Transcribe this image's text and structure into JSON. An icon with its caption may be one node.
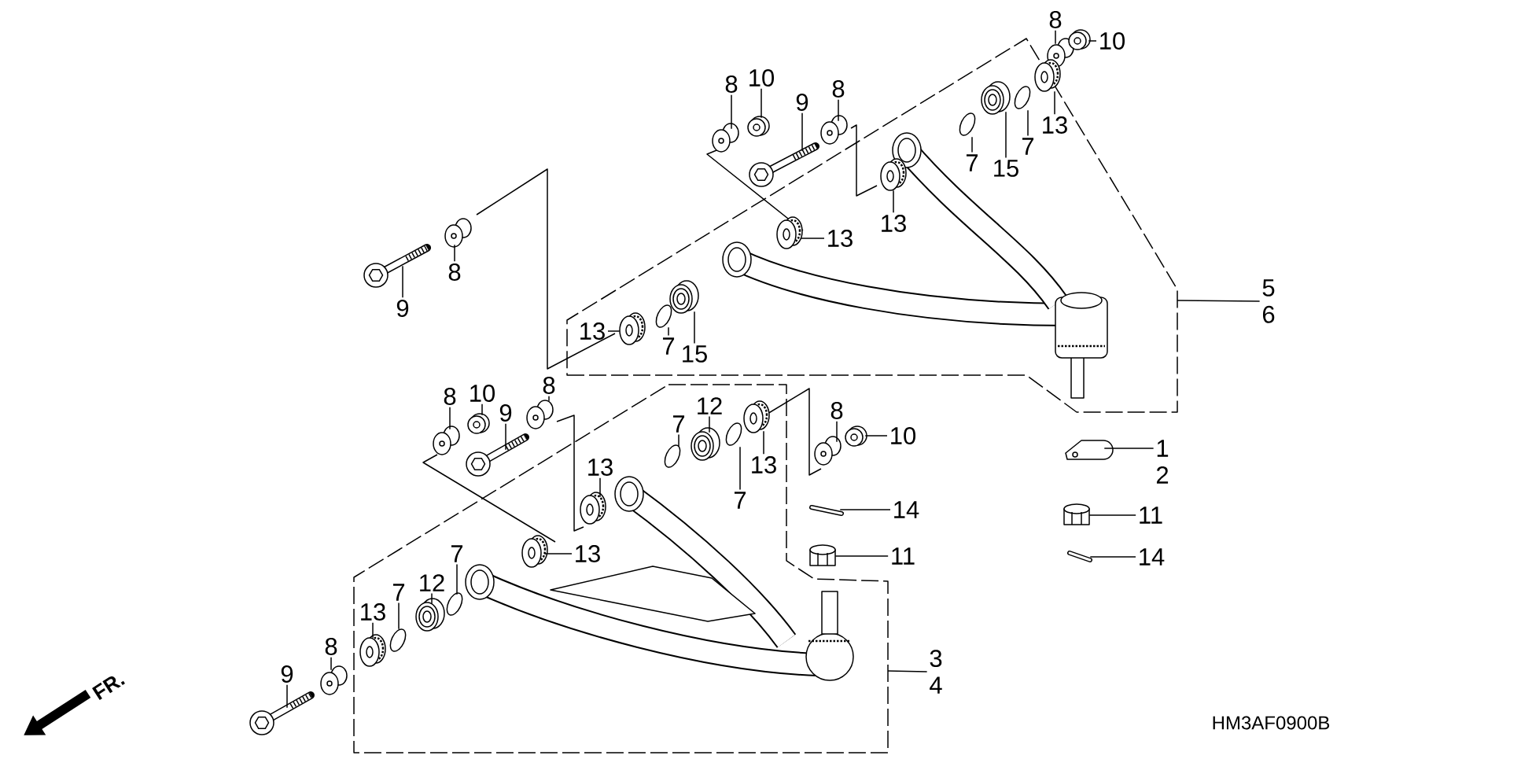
{
  "diagram": {
    "nodes": [
      {
        "text": [
          "8"
        ]
      },
      {
        "text": [
          "10"
        ]
      },
      {
        "text": [
          "8"
        ]
      },
      {
        "text": [
          "10"
        ]
      },
      {
        "text": [
          "9"
        ]
      },
      {
        "text": [
          "8"
        ]
      },
      {
        "text": [
          "13"
        ]
      },
      {
        "text": [
          "7"
        ]
      },
      {
        "text": [
          "15"
        ]
      },
      {
        "text": [
          "7"
        ]
      },
      {
        "text": [
          "13"
        ]
      },
      {
        "text": [
          "13"
        ]
      },
      {
        "text": [
          "8"
        ]
      },
      {
        "text": [
          "9"
        ]
      },
      {
        "text": [
          "13"
        ]
      },
      {
        "text": [
          "7"
        ]
      },
      {
        "text": [
          "15"
        ]
      },
      {
        "text": [
          "5",
          "6"
        ]
      },
      {
        "text": [
          "8"
        ]
      },
      {
        "text": [
          "10"
        ]
      },
      {
        "text": [
          "9"
        ]
      },
      {
        "text": [
          "8"
        ]
      },
      {
        "text": [
          "12"
        ]
      },
      {
        "text": [
          "13"
        ]
      },
      {
        "text": [
          "7"
        ]
      },
      {
        "text": [
          "8"
        ]
      },
      {
        "text": [
          "10"
        ]
      },
      {
        "text": [
          "13"
        ]
      },
      {
        "text": [
          "7"
        ]
      },
      {
        "text": [
          "1",
          "2"
        ]
      },
      {
        "text": [
          "14"
        ]
      },
      {
        "text": [
          "11"
        ]
      },
      {
        "text": [
          "11"
        ]
      },
      {
        "text": [
          "14"
        ]
      },
      {
        "text": [
          "13"
        ]
      },
      {
        "text": [
          "7"
        ]
      },
      {
        "text": [
          "12"
        ]
      },
      {
        "text": [
          "7"
        ]
      },
      {
        "text": [
          "13"
        ]
      },
      {
        "text": [
          "8"
        ]
      },
      {
        "text": [
          "9"
        ]
      },
      {
        "text": [
          "3",
          "4"
        ]
      },
      {
        "text": [],
        "shape": "picture"
      },
      {
        "text": [],
        "shape": "picture"
      },
      {
        "text": [],
        "shape": "picture"
      },
      {
        "text": [],
        "shape": "picture"
      },
      {
        "text": [],
        "shape": "picture"
      },
      {
        "text": [],
        "shape": "picture"
      },
      {
        "text": [],
        "shape": "picture"
      },
      {
        "text": [],
        "shape": "picture"
      },
      {
        "text": [],
        "shape": "picture"
      },
      {
        "text": [],
        "shape": "picture"
      },
      {
        "text": [],
        "shape": "picture"
      },
      {
        "text": [],
        "shape": "picture"
      },
      {
        "text": [],
        "shape": "picture"
      },
      {
        "text": [],
        "shape": "picture"
      },
      {
        "text": [],
        "shape": "picture"
      },
      {
        "text": [],
        "shape": "picture"
      },
      {
        "text": [],
        "shape": "picture"
      },
      {
        "text": [],
        "shape": "picture"
      },
      {
        "text": [],
        "shape": "picture"
      },
      {
        "text": [],
        "shape": "picture"
      },
      {
        "text": [],
        "shape": "picture"
      },
      {
        "text": [],
        "shape": "picture"
      },
      {
        "text": [],
        "shape": "picture"
      },
      {
        "text": [],
        "shape": "picture"
      },
      {
        "text": [],
        "shape": "picture"
      },
      {
        "text": [],
        "shape": "picture"
      },
      {
        "text": [],
        "shape": "picture"
      },
      {
        "text": [],
        "shape": "picture"
      },
      {
        "text": [],
        "shape": "picture"
      },
      {
        "text": [],
        "shape": "picture"
      },
      {
        "text": [],
        "shape": "picture"
      },
      {
        "text": [],
        "shape": "picture"
      },
      {
        "text": [],
        "shape": "picture"
      },
      {
        "text": [],
        "shape": "picture"
      },
      {
        "text": [],
        "shape": "picture"
      },
      {
        "text": [],
        "shape": "picture"
      },
      {
        "text": [],
        "shape": "picture"
      },
      {
        "text": [],
        "shape": "picture"
      },
      {
        "text": [],
        "shape": "picture"
      },
      {
        "text": [],
        "shape": "picture"
      }
    ],
    "edges": [
      {
        "from": 0,
        "to": 42,
        "arrow": "none"
      },
      {
        "from": 1,
        "to": 43,
        "arrow": "none"
      },
      {
        "from": 2,
        "to": 44,
        "arrow": "none"
      },
      {
        "from": 3,
        "to": 45,
        "arrow": "none"
      },
      {
        "from": 4,
        "to": 46,
        "arrow": "none"
      },
      {
        "from": 5,
        "to": 47,
        "arrow": "none"
      },
      {
        "from": 6,
        "to": 48,
        "arrow": "none"
      },
      {
        "from": 7,
        "to": 49,
        "arrow": "none"
      },
      {
        "from": 8,
        "to": 50,
        "arrow": "none"
      },
      {
        "from": 9,
        "to": 51,
        "arrow": "none"
      },
      {
        "from": 10,
        "to": 52,
        "arrow": "none"
      },
      {
        "from": 11,
        "to": 53,
        "arrow": "none"
      },
      {
        "from": 12,
        "to": 54,
        "arrow": "none"
      },
      {
        "from": 13,
        "to": 55,
        "arrow": "none"
      },
      {
        "from": 14,
        "to": 56,
        "arrow": "none"
      },
      {
        "from": 15,
        "to": 57,
        "arrow": "none"
      },
      {
        "from": 16,
        "to": 58,
        "arrow": "none"
      },
      {
        "from": 17,
        "to": null,
        "arrow": "none"
      },
      {
        "from": 18,
        "to": 59,
        "arrow": "none"
      },
      {
        "from": 19,
        "to": 60,
        "arrow": "none"
      },
      {
        "from": 20,
        "to": 61,
        "arrow": "none"
      },
      {
        "from": 21,
        "to": 62,
        "arrow": "none"
      },
      {
        "from": 22,
        "to": 63,
        "arrow": "none"
      },
      {
        "from": 23,
        "to": 64,
        "arrow": "none"
      },
      {
        "from": 24,
        "to": 65,
        "arrow": "none"
      },
      {
        "from": 25,
        "to": 66,
        "arrow": "none"
      },
      {
        "from": 26,
        "to": 67,
        "arrow": "none"
      },
      {
        "from": 27,
        "to": 68,
        "arrow": "none"
      },
      {
        "from": 28,
        "to": 69,
        "arrow": "none"
      },
      {
        "from": 29,
        "to": 70,
        "arrow": "none"
      },
      {
        "from": 30,
        "to": 71,
        "arrow": "none"
      },
      {
        "from": 31,
        "to": 72,
        "arrow": "none"
      },
      {
        "from": 32,
        "to": 73,
        "arrow": "none"
      },
      {
        "from": 33,
        "to": 74,
        "arrow": "none"
      },
      {
        "from": 34,
        "to": 75,
        "arrow": "none"
      },
      {
        "from": 35,
        "to": 76,
        "arrow": "none"
      },
      {
        "from": 36,
        "to": 77,
        "arrow": "none"
      },
      {
        "from": 37,
        "to": 78,
        "arrow": "none"
      },
      {
        "from": 38,
        "to": 79,
        "arrow": "none"
      },
      {
        "from": 39,
        "to": 80,
        "arrow": "none"
      },
      {
        "from": 40,
        "to": 81,
        "arrow": "none"
      },
      {
        "from": 41,
        "to": null,
        "arrow": "none"
      }
    ],
    "labels": [
      "FR.",
      "HM3AF0900B"
    ]
  }
}
